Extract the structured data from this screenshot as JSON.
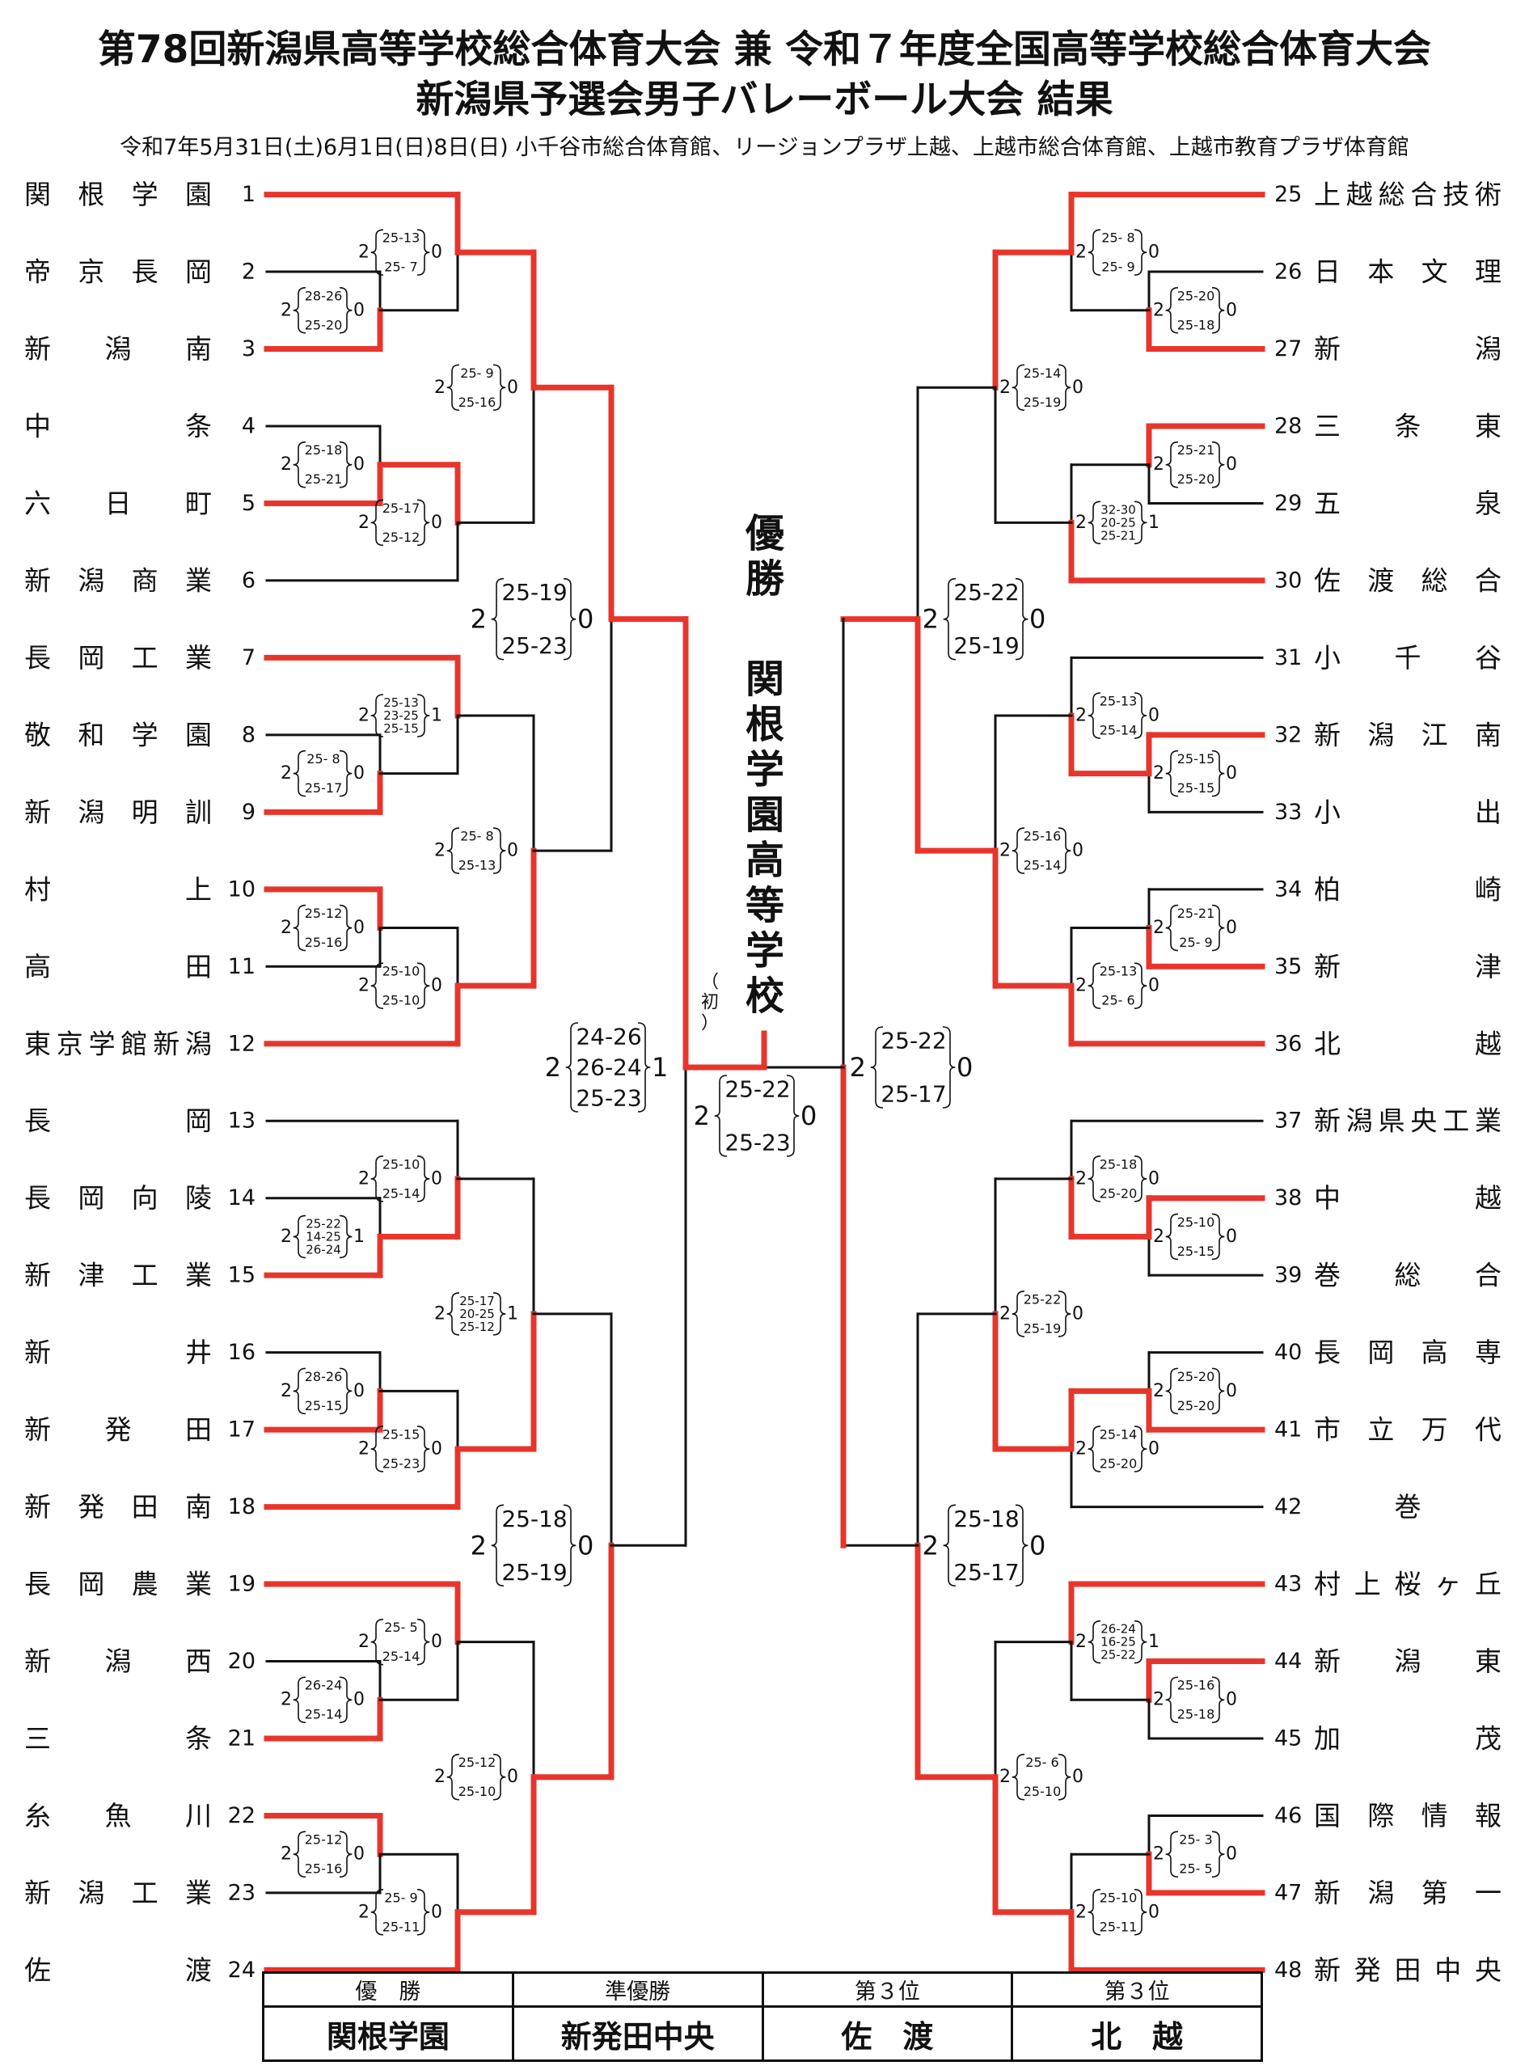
{
  "title_line1": "第78回新潟県高等学校総合体育大会 兼 令和７年度全国高等学校総合体育大会",
  "title_line2": "新潟県予選会男子バレーボール大会 結果",
  "subtitle": "令和7年5月31日(土)6月1日(日)8日(日) 小千谷市総合体育館、リージョンプラザ上越、上越市総合体育館、上越市教育プラザ体育館",
  "champion_block": {
    "label": "優勝",
    "school": "関根学園高等学校",
    "note": "初"
  },
  "colors": {
    "winner_line": "#e8352c",
    "line": "#111111",
    "text": "#111111"
  },
  "left_teams": [
    {
      "seed": "1",
      "name": "関根学園"
    },
    {
      "seed": "2",
      "name": "帝京長岡"
    },
    {
      "seed": "3",
      "name": "新潟南"
    },
    {
      "seed": "4",
      "name": "中条"
    },
    {
      "seed": "5",
      "name": "六日町"
    },
    {
      "seed": "6",
      "name": "新潟商業"
    },
    {
      "seed": "7",
      "name": "長岡工業"
    },
    {
      "seed": "8",
      "name": "敬和学園"
    },
    {
      "seed": "9",
      "name": "新潟明訓"
    },
    {
      "seed": "10",
      "name": "村上"
    },
    {
      "seed": "11",
      "name": "高田"
    },
    {
      "seed": "12",
      "name": "東京学館新潟"
    },
    {
      "seed": "13",
      "name": "長岡"
    },
    {
      "seed": "14",
      "name": "長岡向陵"
    },
    {
      "seed": "15",
      "name": "新津工業"
    },
    {
      "seed": "16",
      "name": "新井"
    },
    {
      "seed": "17",
      "name": "新発田"
    },
    {
      "seed": "18",
      "name": "新発田南"
    },
    {
      "seed": "19",
      "name": "長岡農業"
    },
    {
      "seed": "20",
      "name": "新潟西"
    },
    {
      "seed": "21",
      "name": "三条"
    },
    {
      "seed": "22",
      "name": "糸魚川"
    },
    {
      "seed": "23",
      "name": "新潟工業"
    },
    {
      "seed": "24",
      "name": "佐渡"
    }
  ],
  "right_teams": [
    {
      "seed": "25",
      "name": "上越総合技術"
    },
    {
      "seed": "26",
      "name": "日本文理"
    },
    {
      "seed": "27",
      "name": "新潟"
    },
    {
      "seed": "28",
      "name": "三条東"
    },
    {
      "seed": "29",
      "name": "五泉"
    },
    {
      "seed": "30",
      "name": "佐渡総合"
    },
    {
      "seed": "31",
      "name": "小千谷"
    },
    {
      "seed": "32",
      "name": "新潟江南"
    },
    {
      "seed": "33",
      "name": "小出"
    },
    {
      "seed": "34",
      "name": "柏崎"
    },
    {
      "seed": "35",
      "name": "新津"
    },
    {
      "seed": "36",
      "name": "北越"
    },
    {
      "seed": "37",
      "name": "新潟県央工業"
    },
    {
      "seed": "38",
      "name": "中越"
    },
    {
      "seed": "39",
      "name": "巻総合"
    },
    {
      "seed": "40",
      "name": "長岡高専"
    },
    {
      "seed": "41",
      "name": "市立万代"
    },
    {
      "seed": "42",
      "name": "巻"
    },
    {
      "seed": "43",
      "name": "村上桜ヶ丘"
    },
    {
      "seed": "44",
      "name": "新潟東"
    },
    {
      "seed": "45",
      "name": "加茂"
    },
    {
      "seed": "46",
      "name": "国際情報"
    },
    {
      "seed": "47",
      "name": "新潟第一"
    },
    {
      "seed": "48",
      "name": "新発田中央"
    }
  ],
  "left_scores": [
    {
      "w": "2",
      "sets": [
        "25-13",
        "25- 7"
      ],
      "l": "0"
    },
    {
      "w": "2",
      "sets": [
        "28-26",
        "25-20"
      ],
      "l": "0"
    },
    {
      "w": "2",
      "sets": [
        "25- 9",
        "25-16"
      ],
      "l": "0"
    },
    {
      "w": "2",
      "sets": [
        "25-18",
        "25-21"
      ],
      "l": "0"
    },
    {
      "w": "2",
      "sets": [
        "25-17",
        "25-12"
      ],
      "l": "0"
    },
    {
      "w": "2",
      "sets": [
        "25-19",
        "25-23"
      ],
      "l": "0"
    },
    {
      "w": "2",
      "sets": [
        "25-13",
        "23-25",
        "25-15"
      ],
      "l": "1"
    },
    {
      "w": "2",
      "sets": [
        "25- 8",
        "25-17"
      ],
      "l": "0"
    },
    {
      "w": "2",
      "sets": [
        "25- 8",
        "25-13"
      ],
      "l": "0"
    },
    {
      "w": "2",
      "sets": [
        "25-12",
        "25-16"
      ],
      "l": "0"
    },
    {
      "w": "2",
      "sets": [
        "25-10",
        "25-10"
      ],
      "l": "0"
    },
    {
      "w": "2",
      "sets": [
        "24-26",
        "26-24",
        "25-23"
      ],
      "l": "1"
    },
    {
      "w": "2",
      "sets": [
        "25-10",
        "25-14"
      ],
      "l": "0"
    },
    {
      "w": "2",
      "sets": [
        "25-22",
        "14-25",
        "26-24"
      ],
      "l": "1"
    },
    {
      "w": "2",
      "sets": [
        "25-17",
        "20-25",
        "25-12"
      ],
      "l": "1"
    },
    {
      "w": "2",
      "sets": [
        "28-26",
        "25-15"
      ],
      "l": "0"
    },
    {
      "w": "2",
      "sets": [
        "25-15",
        "25-23"
      ],
      "l": "0"
    },
    {
      "w": "2",
      "sets": [
        "25-18",
        "25-19"
      ],
      "l": "0"
    },
    {
      "w": "2",
      "sets": [
        "25- 5",
        "25-14"
      ],
      "l": "0"
    },
    {
      "w": "2",
      "sets": [
        "26-24",
        "25-14"
      ],
      "l": "0"
    },
    {
      "w": "2",
      "sets": [
        "25-12",
        "25-10"
      ],
      "l": "0"
    },
    {
      "w": "2",
      "sets": [
        "25-12",
        "25-16"
      ],
      "l": "0"
    },
    {
      "w": "2",
      "sets": [
        "25- 9",
        "25-11"
      ],
      "l": "0"
    }
  ],
  "right_scores": [
    {
      "w": "2",
      "sets": [
        "25- 8",
        "25- 9"
      ],
      "l": "0"
    },
    {
      "w": "2",
      "sets": [
        "25-20",
        "25-18"
      ],
      "l": "0"
    },
    {
      "w": "2",
      "sets": [
        "25-14",
        "25-19"
      ],
      "l": "0"
    },
    {
      "w": "2",
      "sets": [
        "25-21",
        "25-20"
      ],
      "l": "0"
    },
    {
      "w": "2",
      "sets": [
        "32-30",
        "20-25",
        "25-21"
      ],
      "l": "1"
    },
    {
      "w": "2",
      "sets": [
        "25-22",
        "25-19"
      ],
      "l": "0"
    },
    {
      "w": "2",
      "sets": [
        "25-13",
        "25-14"
      ],
      "l": "0"
    },
    {
      "w": "2",
      "sets": [
        "25-15",
        "25-15"
      ],
      "l": "0"
    },
    {
      "w": "2",
      "sets": [
        "25-16",
        "25-14"
      ],
      "l": "0"
    },
    {
      "w": "2",
      "sets": [
        "25-21",
        "25- 9"
      ],
      "l": "0"
    },
    {
      "w": "2",
      "sets": [
        "25-13",
        "25- 6"
      ],
      "l": "0"
    },
    {
      "w": "2",
      "sets": [
        "25-22",
        "25-17"
      ],
      "l": "0"
    },
    {
      "w": "2",
      "sets": [
        "25-18",
        "25-20"
      ],
      "l": "0"
    },
    {
      "w": "2",
      "sets": [
        "25-10",
        "25-15"
      ],
      "l": "0"
    },
    {
      "w": "2",
      "sets": [
        "25-22",
        "25-19"
      ],
      "l": "0"
    },
    {
      "w": "2",
      "sets": [
        "25-20",
        "25-20"
      ],
      "l": "0"
    },
    {
      "w": "2",
      "sets": [
        "25-14",
        "25-20"
      ],
      "l": "0"
    },
    {
      "w": "2",
      "sets": [
        "25-18",
        "25-17"
      ],
      "l": "0"
    },
    {
      "w": "2",
      "sets": [
        "26-24",
        "16-25",
        "25-22"
      ],
      "l": "1"
    },
    {
      "w": "2",
      "sets": [
        "25-16",
        "25-18"
      ],
      "l": "0"
    },
    {
      "w": "2",
      "sets": [
        "25- 6",
        "25-10"
      ],
      "l": "0"
    },
    {
      "w": "2",
      "sets": [
        "25- 3",
        "25- 5"
      ],
      "l": "0"
    },
    {
      "w": "2",
      "sets": [
        "25-10",
        "25-11"
      ],
      "l": "0"
    }
  ],
  "final_score": {
    "w": "2",
    "sets": [
      "25-22",
      "25-23"
    ],
    "l": "0"
  },
  "results_table": {
    "headers": [
      "優　勝",
      "準優勝",
      "第３位",
      "第３位"
    ],
    "values": [
      "関根学園",
      "新発田中央",
      "佐　渡",
      "北　越"
    ]
  }
}
